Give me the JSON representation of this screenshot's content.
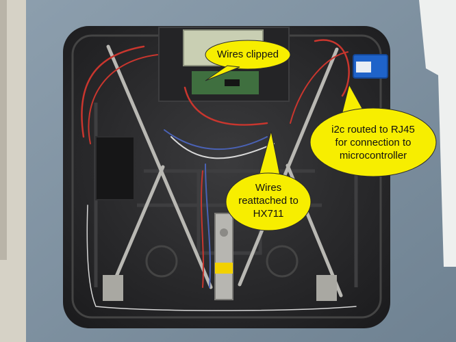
{
  "photo": {
    "subject": "disassembled-bathroom-scale-underside",
    "background_color": "#7f93a3",
    "callout_color": "#f7ee00"
  },
  "callouts": [
    {
      "id": "wires-clipped",
      "text": "Wires clipped"
    },
    {
      "id": "i2c-rj45",
      "text": "i2c routed to RJ45\nfor connection to\nmicrocontroller"
    },
    {
      "id": "wires-hx711",
      "text": "Wires\nreattached to\nHX711"
    }
  ]
}
